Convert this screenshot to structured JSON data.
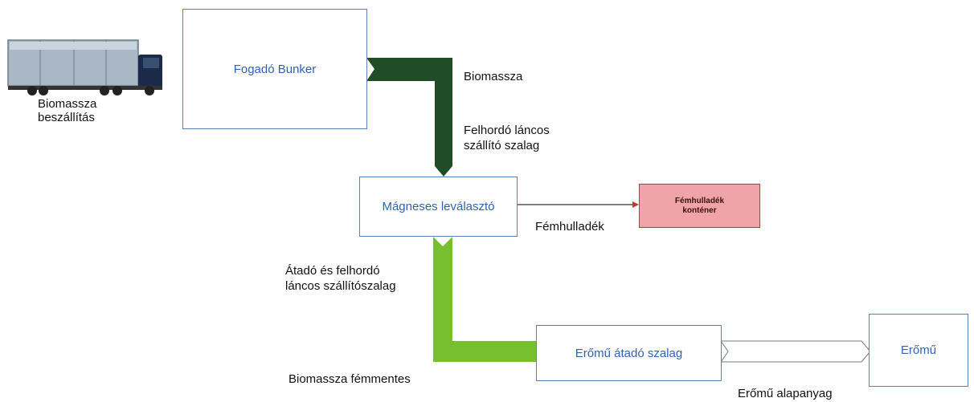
{
  "colors": {
    "box_border": "#5b7fb7",
    "box_text": "#2e62b8",
    "dark_conveyor": "#1f4d25",
    "light_conveyor": "#77bf2e",
    "container_fill": "#f0a4a7",
    "container_border": "#c0392b",
    "arrow_line": "#555555"
  },
  "nodes": {
    "bunker": "Fogadó Bunker",
    "separator": "Mágneses leválasztó",
    "container": "Fémhulladék konténer",
    "transfer_belt": "Erőmű átadó szalag",
    "power_plant": "Erőmű"
  },
  "labels": {
    "truck": "Biomassza\nbeszállítás",
    "biomass": "Biomassza",
    "chain_conveyor": "Felhordó láncos\nszállító szalag",
    "metal_waste": "Fémhulladék",
    "transfer_chain": "Átadó és felhordó\nláncos szállítószalag",
    "metal_free": "Biomassza fémmentes",
    "feedstock": "Erőmű alapanyag"
  }
}
